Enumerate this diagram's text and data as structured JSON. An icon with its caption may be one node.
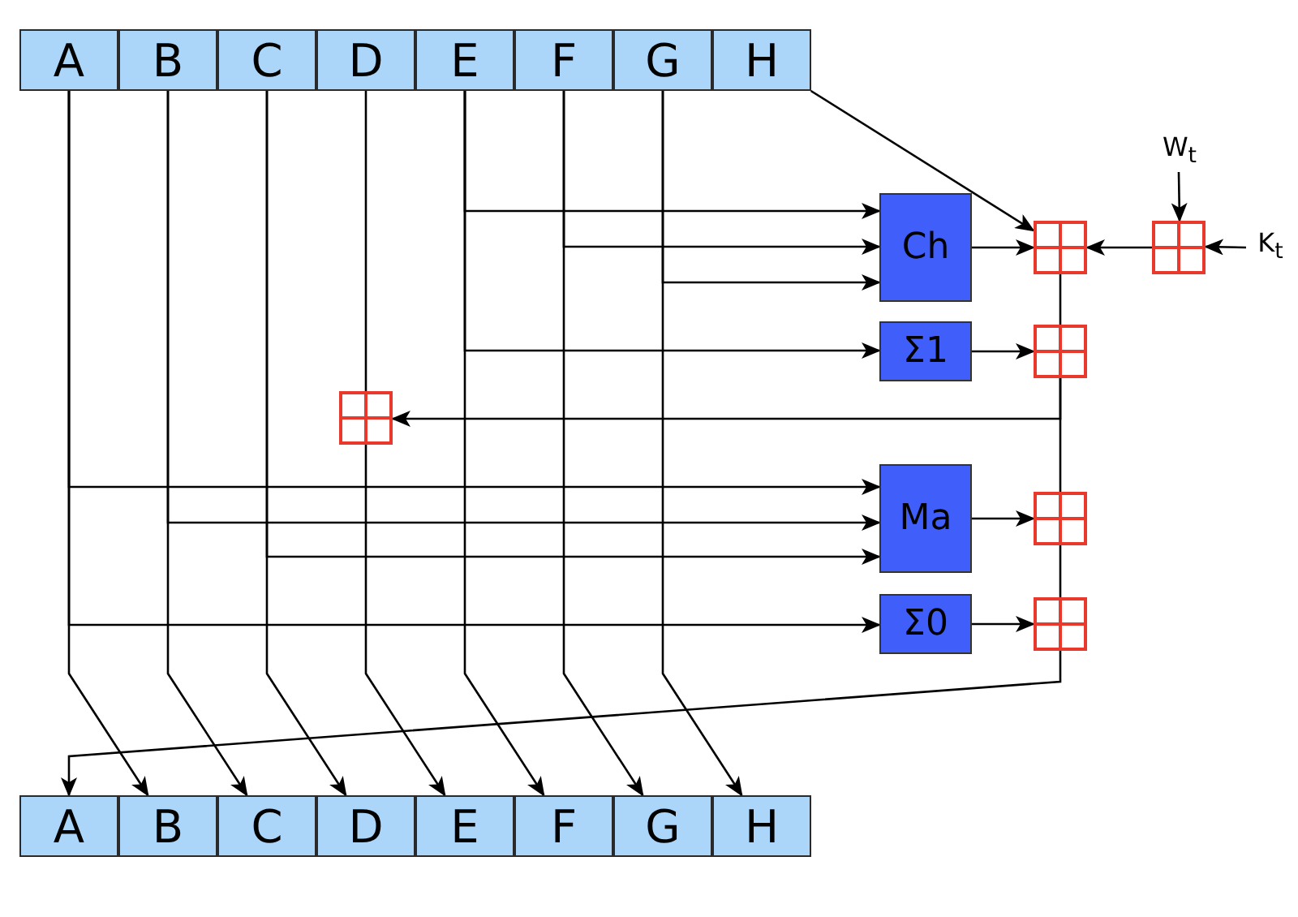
{
  "diagram": {
    "nodes": [
      {
        "text": [
          "A"
        ]
      },
      {
        "text": [
          "B"
        ]
      },
      {
        "text": [
          "C"
        ]
      },
      {
        "text": [
          "D"
        ]
      },
      {
        "text": [
          "E"
        ]
      },
      {
        "text": [
          "F"
        ]
      },
      {
        "text": [
          "G"
        ]
      },
      {
        "text": [
          "H"
        ]
      },
      {
        "text": [
          "W$_{t}$"
        ]
      },
      {
        "text": [
          "Ch"
        ]
      },
      {
        "text": [],
        "shape": "box"
      },
      {
        "text": [],
        "shape": "box"
      },
      {
        "text": [
          "K$_{t}$"
        ]
      },
      {
        "text": [
          "Σ1"
        ]
      },
      {
        "text": [],
        "shape": "box"
      },
      {
        "text": [],
        "shape": "box"
      },
      {
        "text": [
          "Ma"
        ]
      },
      {
        "text": [],
        "shape": "box"
      },
      {
        "text": [
          "Σ0"
        ]
      },
      {
        "text": [],
        "shape": "box"
      },
      {
        "text": [
          "A"
        ]
      },
      {
        "text": [
          "B"
        ]
      },
      {
        "text": [
          "C"
        ]
      },
      {
        "text": [
          "D"
        ]
      },
      {
        "text": [
          "E"
        ]
      },
      {
        "text": [
          "F"
        ]
      },
      {
        "text": [
          "G"
        ]
      },
      {
        "text": [
          "H"
        ]
      }
    ],
    "edges": [
      {
        "from": 7,
        "to": 10,
        "arrow": "to"
      },
      {
        "from": 4,
        "to": 9,
        "arrow": "to"
      },
      {
        "from": 5,
        "to": 9,
        "arrow": "to"
      },
      {
        "from": 6,
        "to": 9,
        "arrow": "to"
      },
      {
        "from": 4,
        "to": 13,
        "arrow": "to"
      },
      {
        "from": 9,
        "to": 10,
        "arrow": "to"
      },
      {
        "from": 11,
        "to": 10,
        "arrow": "to"
      },
      {
        "from": 8,
        "to": 11,
        "arrow": "to"
      },
      {
        "from": 12,
        "to": 11,
        "arrow": "to"
      },
      {
        "from": 13,
        "to": 14,
        "arrow": "to"
      },
      {
        "from": 10,
        "to": 14,
        "arrow": "none"
      },
      {
        "from": 14,
        "to": 15,
        "arrow": "to"
      },
      {
        "from": 14,
        "to": 17,
        "arrow": "none"
      },
      {
        "from": 0,
        "to": 16,
        "arrow": "to"
      },
      {
        "from": 1,
        "to": 16,
        "arrow": "to"
      },
      {
        "from": 2,
        "to": 16,
        "arrow": "to"
      },
      {
        "from": 0,
        "to": 18,
        "arrow": "to"
      },
      {
        "from": 16,
        "to": 17,
        "arrow": "to"
      },
      {
        "from": 18,
        "to": 19,
        "arrow": "to"
      },
      {
        "from": 17,
        "to": 19,
        "arrow": "none"
      },
      {
        "from": 19,
        "to": 20,
        "arrow": "to"
      },
      {
        "from": 0,
        "to": 21,
        "arrow": "to"
      },
      {
        "from": 1,
        "to": 22,
        "arrow": "to"
      },
      {
        "from": 2,
        "to": 23,
        "arrow": "to"
      },
      {
        "from": 3,
        "to": 15,
        "arrow": "none"
      },
      {
        "from": 15,
        "to": 24,
        "arrow": "to"
      },
      {
        "from": 4,
        "to": 25,
        "arrow": "to"
      },
      {
        "from": 5,
        "to": 26,
        "arrow": "to"
      },
      {
        "from": 6,
        "to": 27,
        "arrow": "to"
      }
    ]
  }
}
